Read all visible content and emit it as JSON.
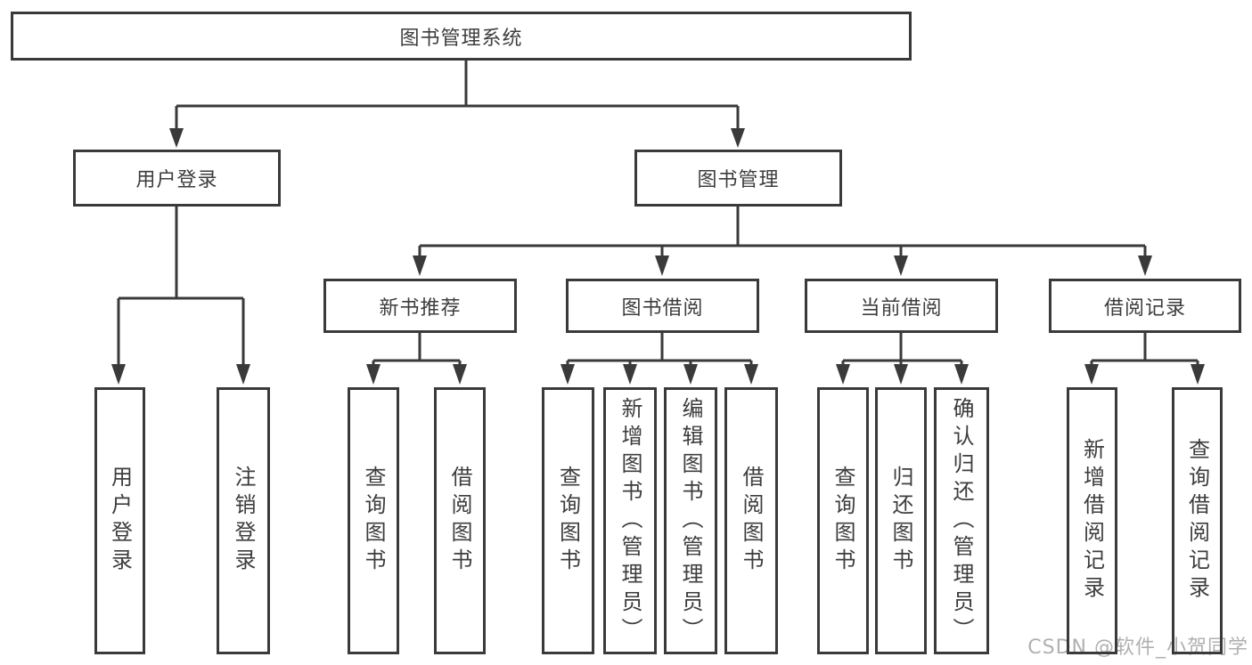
{
  "colors": {
    "line": "#3a3a3a",
    "box_border": "#3a3a3a",
    "text": "#3d3d3d",
    "watermark": "#b0b0b0",
    "background": "#ffffff"
  },
  "watermark": {
    "text": "CSDN @软件_小贺同学"
  },
  "tree": {
    "root": "图书管理系统",
    "branches": [
      {
        "label": "用户登录",
        "children": [
          "用户登录",
          "注销登录"
        ]
      },
      {
        "label": "图书管理",
        "sections": [
          {
            "label": "新书推荐",
            "children": [
              "查询图书",
              "借阅图书"
            ]
          },
          {
            "label": "图书借阅",
            "children": [
              "查询图书",
              "新增图书（管理员）",
              "编辑图书（管理员）",
              "借阅图书"
            ]
          },
          {
            "label": "当前借阅",
            "children": [
              "查询图书",
              "归还图书",
              "确认归还（管理员）"
            ]
          },
          {
            "label": "借阅记录",
            "children": [
              "新增借阅记录",
              "查询借阅记录"
            ]
          }
        ]
      }
    ]
  }
}
